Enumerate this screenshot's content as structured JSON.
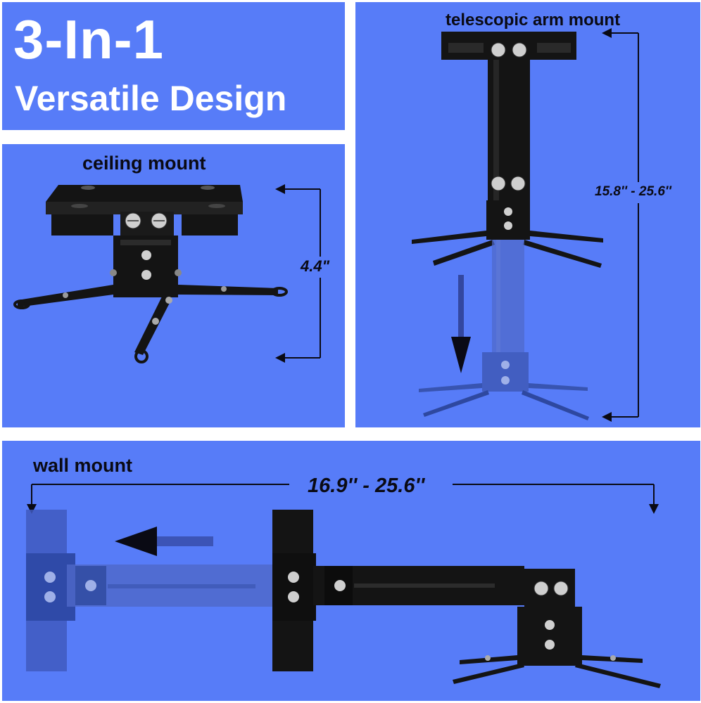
{
  "banner": {
    "title": "3-In-1",
    "subtitle": "Versatile Design"
  },
  "ceiling_mount": {
    "label": "ceiling mount",
    "dimension": "4.4\""
  },
  "telescopic_mount": {
    "label": "telescopic arm mount",
    "dimension": "15.8'' - 25.6''"
  },
  "wall_mount": {
    "label": "wall mount",
    "dimension": "16.9'' - 25.6''"
  },
  "colors": {
    "panel_blue": "#577cf8",
    "metal_black": "#141414",
    "text_dark": "#0a0a14",
    "title_white": "#ffffff"
  }
}
